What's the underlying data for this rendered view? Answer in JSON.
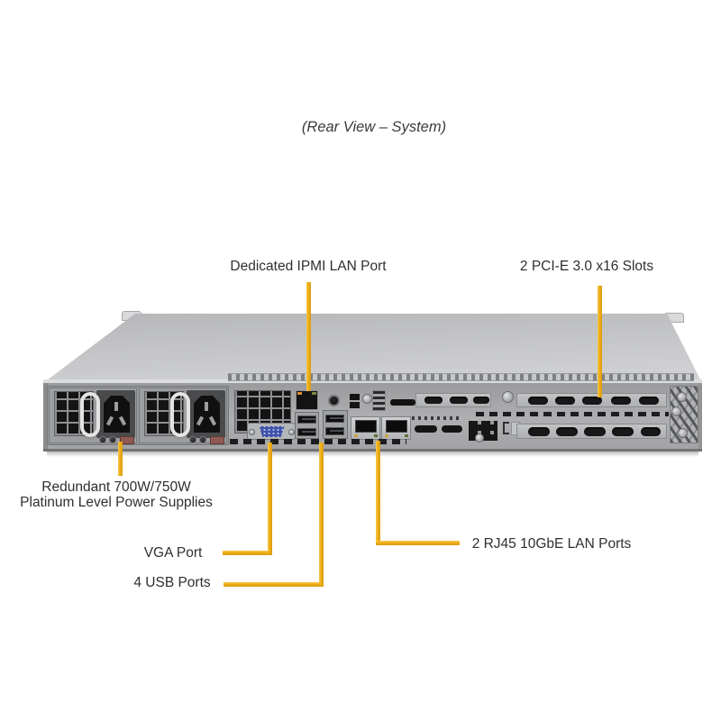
{
  "title": "(Rear View – System)",
  "callouts": {
    "ipmi": {
      "label": "Dedicated IPMI LAN Port"
    },
    "pcie": {
      "label": "2 PCI-E 3.0 x16 Slots"
    },
    "psu": {
      "lines": [
        "Redundant 700W/750W",
        "Platinum Level Power Supplies"
      ]
    },
    "vga": {
      "label": "VGA Port"
    },
    "usb": {
      "label": "4 USB Ports"
    },
    "lan": {
      "label": "2 RJ45 10GbE LAN Ports"
    }
  },
  "colors": {
    "callout_line": "#EFAC17",
    "label_text": "#2E2F31",
    "chassis_light": "#C6C7C9",
    "rear_panel": "#A3A4A6",
    "port_black": "#141415",
    "vga_blue": "#4053A8",
    "psu_latch_brown": "#8E5A51",
    "background": "#FFFFFF"
  },
  "diagram_parts": [
    "server-chassis-lid",
    "rear-panel",
    "power-supply-1",
    "power-supply-2",
    "ac-inlet",
    "psu-handle",
    "psu-latch",
    "vent-grid",
    "vga-port",
    "ipmi-lan-port",
    "usb-ports",
    "lan-port-1",
    "lan-port-2",
    "pci-slot-cover-low-profile",
    "pci-slot-cover-top",
    "pci-slot-cover-bottom",
    "rear-bracket"
  ]
}
